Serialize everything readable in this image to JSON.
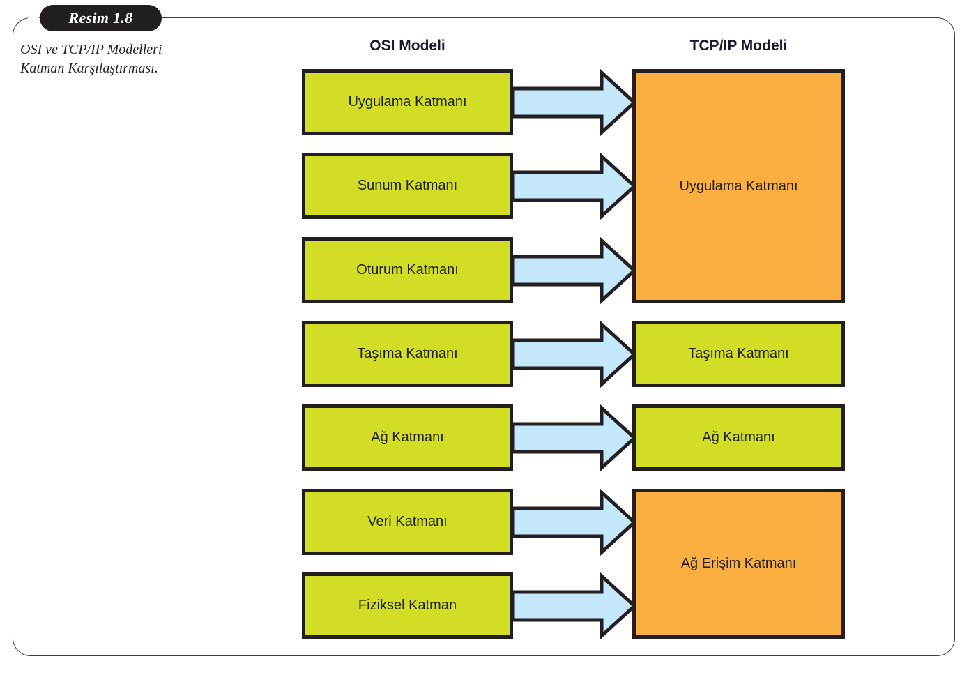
{
  "figure": {
    "badge_label": "Resim 1.8",
    "caption": "OSI ve TCP/IP Modelleri Katman Karşılaştırması."
  },
  "headers": {
    "left": "OSI Modeli",
    "right": "TCP/IP Modeli"
  },
  "colors": {
    "green": "#d2dd26",
    "orange": "#fbaf41",
    "arrow_fill": "#c5e7fa",
    "outline": "#231f20",
    "badge_bg": "#231f20",
    "frame": "#3a3a3a"
  },
  "osi_layers": [
    {
      "label": "Uygulama Katmanı"
    },
    {
      "label": "Sunum Katmanı"
    },
    {
      "label": "Oturum Katmanı"
    },
    {
      "label": "Taşıma Katmanı"
    },
    {
      "label": "Ağ Katmanı"
    },
    {
      "label": "Veri Katmanı"
    },
    {
      "label": "Fiziksel Katman"
    }
  ],
  "tcpip_layers": [
    {
      "label": "Uygulama Katmanı",
      "spans": 3,
      "fill": "orange"
    },
    {
      "label": "Taşıma Katmanı",
      "spans": 1,
      "fill": "green"
    },
    {
      "label": "Ağ Katmanı",
      "spans": 1,
      "fill": "green"
    },
    {
      "label": "Ağ Erişim Katmanı",
      "spans": 2,
      "fill": "orange"
    }
  ],
  "arrows": {
    "count": 7,
    "direction": "left-to-right",
    "shape": "block-arrow"
  }
}
